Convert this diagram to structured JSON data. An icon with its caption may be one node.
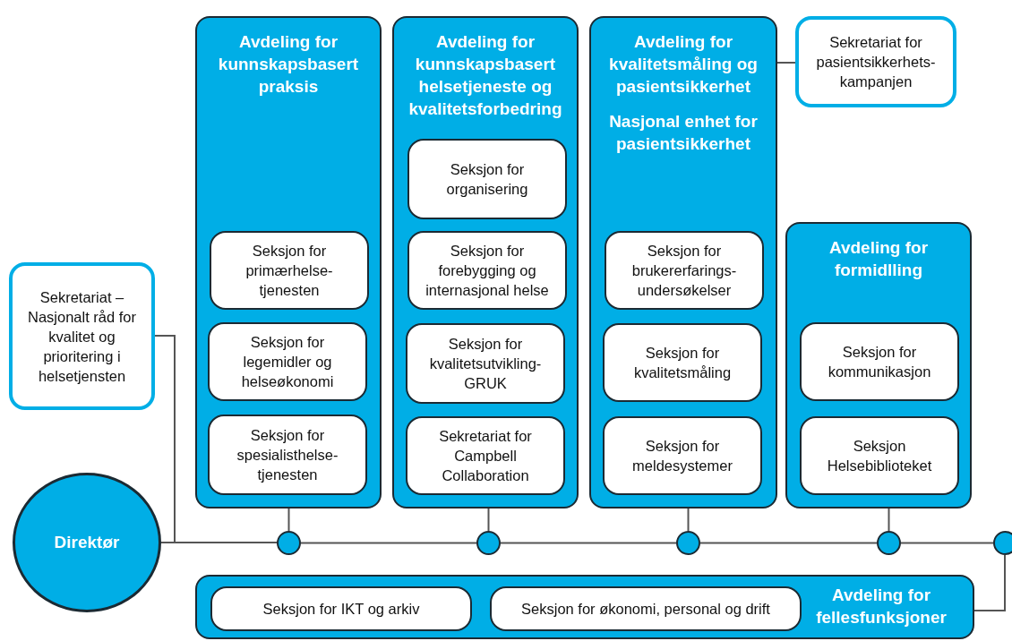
{
  "diagram": {
    "nodes": [
      {
        "text": [
          "Avdeling for kunnskapsbasert praksis"
        ]
      },
      {
        "text": [
          "Seksjon for primærhelse-tjenesten"
        ],
        "in": 0
      },
      {
        "text": [
          "Seksjon for legemidler og helseøkonomi"
        ],
        "in": 0
      },
      {
        "text": [
          "Seksjon for spesialisthelse-tjenesten"
        ],
        "in": 0
      },
      {
        "text": [
          "Avdeling for kunnskapsbasert helsetjeneste og kvalitetsforbedring"
        ]
      },
      {
        "text": [
          "Seksjon for organisering"
        ],
        "in": 4
      },
      {
        "text": [
          "Seksjon for forebygging og internasjonal helse"
        ],
        "in": 4
      },
      {
        "text": [
          "Seksjon for kvalitetsutvikling-GRUK"
        ],
        "in": 4
      },
      {
        "text": [
          "Sekretariat for Campbell Collaboration"
        ],
        "in": 4
      },
      {
        "text": [
          "Avdeling for kvalitetsmåling og pasientsikkerhet",
          "Nasjonal enhet for pasientsikkerhet"
        ]
      },
      {
        "text": [
          "Seksjon for brukererfarings-undersøkelser"
        ],
        "in": 9
      },
      {
        "text": [
          "Seksjon for kvalitetsmåling"
        ],
        "in": 9
      },
      {
        "text": [
          "Seksjon for meldesystemer"
        ],
        "in": 9
      },
      {
        "text": [
          "Sekretariat for pasientsikkerhets-kampanjen"
        ]
      },
      {
        "text": [
          "Avdeling for formidlling"
        ]
      },
      {
        "text": [
          "Seksjon for kommunikasjon"
        ],
        "in": 14
      },
      {
        "text": [
          "Seksjon Helsebiblioteket"
        ],
        "in": 14
      },
      {
        "text": [
          "Sekretariat – Nasjonalt råd for kvalitet og prioritering i helsetjensten"
        ]
      },
      {
        "text": [
          "Direktør"
        ]
      },
      {
        "text": [],
        "shape": "circle"
      },
      {
        "text": [],
        "shape": "circle"
      },
      {
        "text": [],
        "shape": "circle"
      },
      {
        "text": [],
        "shape": "circle"
      },
      {
        "text": [],
        "shape": "circle"
      },
      {
        "text": [
          "Avdeling for fellesfunksjoner"
        ]
      },
      {
        "text": [
          "Seksjon for IKT og arkiv"
        ],
        "in": 24
      },
      {
        "text": [
          "Seksjon for økonomi, personal og drift"
        ],
        "in": 24
      }
    ],
    "edges": [
      {
        "from": 18,
        "to": 19,
        "arrow": "none"
      },
      {
        "from": 19,
        "to": 20,
        "arrow": "none"
      },
      {
        "from": 20,
        "to": 21,
        "arrow": "none"
      },
      {
        "from": 21,
        "to": 22,
        "arrow": "none"
      },
      {
        "from": 22,
        "to": 23,
        "arrow": "none"
      },
      {
        "from": 19,
        "to": 0,
        "arrow": "none"
      },
      {
        "from": 20,
        "to": 4,
        "arrow": "none"
      },
      {
        "from": 21,
        "to": 9,
        "arrow": "none"
      },
      {
        "from": 22,
        "to": 14,
        "arrow": "none"
      },
      {
        "from": 23,
        "to": 24,
        "arrow": "none"
      },
      {
        "from": 18,
        "to": 17,
        "arrow": "none"
      },
      {
        "from": 9,
        "to": 13,
        "arrow": "none"
      }
    ]
  }
}
